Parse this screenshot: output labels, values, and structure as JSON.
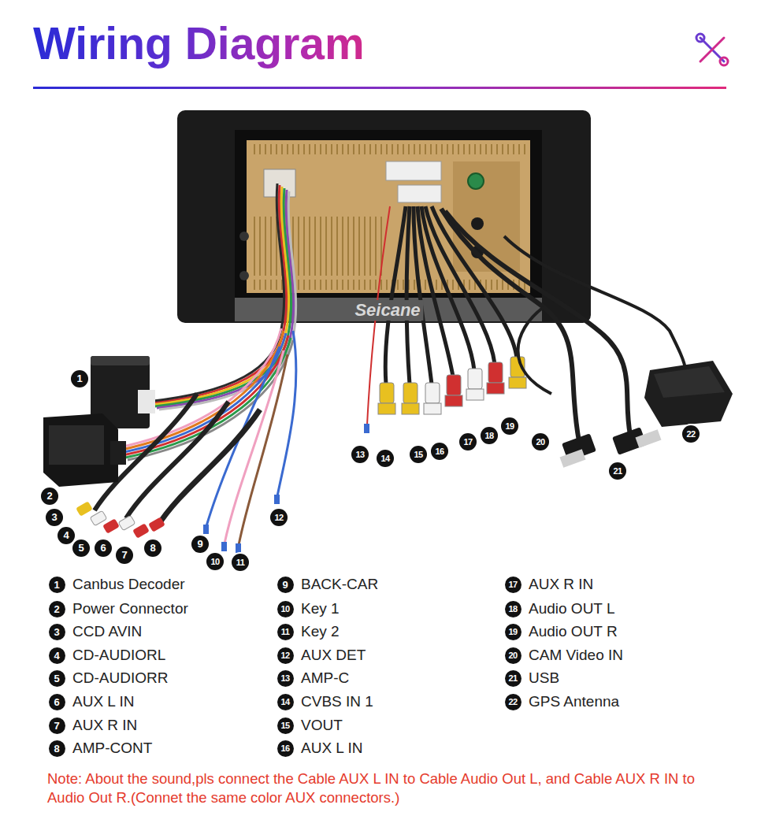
{
  "diagram": {
    "title": "Wiring Diagram",
    "labels": [
      "1",
      "2",
      "3",
      "4",
      "5",
      "6",
      "7",
      "8",
      "9",
      "10",
      "11",
      "12",
      "13",
      "14",
      "15",
      "16",
      "17",
      "18",
      "19",
      "20",
      "21",
      "22",
      "1",
      "Canbus Decoder",
      "2",
      "Power Connector",
      "3",
      "CCD AVIN",
      "4",
      "CD-AUDIORL",
      "5",
      "CD-AUDIORR",
      "6",
      "AUX L IN",
      "7",
      "AUX R IN",
      "8",
      "AMP-CONT",
      "9",
      "BACK-CAR",
      "10",
      "Key 1",
      "11",
      "Key 2",
      "12",
      "AUX DET",
      "13",
      "AMP-C",
      "14",
      "CVBS IN 1",
      "15",
      "VOUT",
      "16",
      "AUX L IN",
      "17",
      "AUX R IN",
      "18",
      "Audio OUT L",
      "19",
      "Audio OUT R",
      "20",
      "CAM Video IN",
      "21",
      "USB",
      "22",
      "GPS Antenna",
      "Note: About the sound,pls connect the Cable AUX L IN to Cable Audio Out L, and Cable AUX R IN to  Audio Out R.(Connet the same color AUX connectors.)",
      "Seicane"
    ]
  }
}
